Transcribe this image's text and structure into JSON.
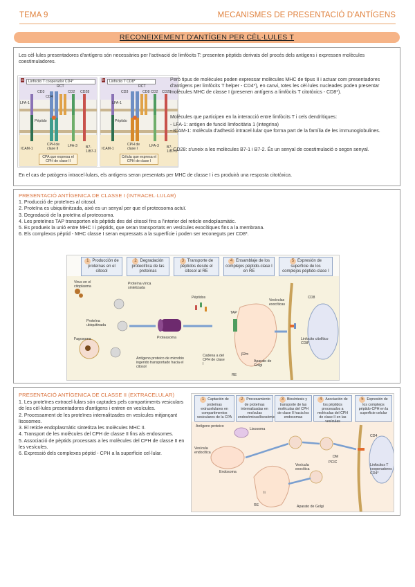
{
  "header": {
    "left": "TEMA 9",
    "right": "MECANISMES DE PRESENTACIÓ D'ANTÍGENS"
  },
  "title": "RECONEIXEMENT D'ANTÍGEN PER CÈL·LULES T",
  "section1": {
    "intro": "Les cèl·lules presentadores d'antígens són necessàries per l'activació de limfòcits T: presenten pèptids derivats del procés dels antígens i expressen molècules coestimuladores.",
    "para1": "Però tipus de molècules poden expressar molècules MHC de tipus II i actuar com presentadores d'antígens per limfòcits T helper - CD4*), en canvi, totes les cèl·lules nucleades poden presentar molècules MHC de classe I (presenen antígens a limfòcits T citotòxics - CD8*).",
    "para2": "Molècules que participen en la interacció entre limfòcits T i cels dendrítiques:",
    "bullets": [
      "- LFA-1: antigen de funció limfocitària 1 (integrina)",
      "- ICAM-1: molècula d'adhesió intracel·lular que forma part de la família de les immunoglobulines.",
      "- CD28: s'uneix a les molècules B7-1 i B7-2. És un senyal de coestimulació o segon senyal."
    ],
    "footer": "En el cas de patògens intracel·lulars, els antígens seran presentats per MHC de classe I i es produirà una resposta citotòxica.",
    "figure": {
      "panel_a_label": "a",
      "panel_b_label": "b",
      "panel_a_title": "Linfocito T cooperador CD4*",
      "panel_b_title": "Linfocito T CD8*",
      "panel_a_caption": "CPA que expresa el CPH de clase II",
      "panel_b_caption": "Célula que expresa el CPH de clase I",
      "labels_a": [
        "LFA-1",
        "RCT",
        "CD3",
        "CD4",
        "CD2",
        "CD28",
        "Péptido",
        "ICAM-1",
        "CPH de clase II",
        "LFA-3",
        "B7-1/B7-2"
      ],
      "labels_b": [
        "LFA-1",
        "RCT",
        "CD3",
        "CD8",
        "CD2",
        "CD28",
        "Péptido",
        "ICAM-1",
        "CPH de clase I",
        "LFA-3",
        "B7-1/B7-2"
      ]
    }
  },
  "section2": {
    "title": "PRESENTACIÓ ANTÍGENICA DE CLASSE I (INTRACEL·LULAR)",
    "steps": [
      "1. Producció de proteïnes al citosol.",
      "2. Proteïna es ubiquitinitzada, això es un senyal per que el proteosoma actuï.",
      "3. Degradació de la proteïna al proteosoma.",
      "4. Les proteïnes TAP transporten els pèptids des del citosol fins a l'interior del reticle endoplasmàtic.",
      "5. Es produeix la unió entre MHC I i pèptids, que seran transportats en vesícules exocítiques fins a la membrana.",
      "6. Els complexos pèptid - MHC classe I seran expressats a la superfície i poden ser reconeguts per CD8*."
    ],
    "figure": {
      "stages": [
        {
          "num": "1",
          "text": "Producción de proteínas en el citosol"
        },
        {
          "num": "2",
          "text": "Degradación proteolítica de las proteínas"
        },
        {
          "num": "3",
          "text": "Transporte de péptidos desde el citosol al RE"
        },
        {
          "num": "4",
          "text": "Ensamblaje de los complejos péptido-clase I en RE"
        },
        {
          "num": "5",
          "text": "Expresión de superficie de los complejos péptido-clase I"
        }
      ],
      "labels": {
        "virus": "Virus en el citoplasma",
        "viral_protein": "Proteína vírica sintetizada",
        "ubiquitinated": "Proteína ubiquitinada",
        "proteasome": "Proteasoma",
        "peptides": "Péptidos",
        "tap": "TAP",
        "vesicles": "Vesículas exocíticas",
        "cd8": "CD8",
        "ctl": "Linfocito citolítico CD8*",
        "phagosome": "Fagosoma",
        "microbe_antigen": "Antígeno proteico de microbio ingerido transportado hacia el citosol",
        "class_i_chain": "Cadena a del CPH de clase I",
        "b2m": "β2m",
        "golgi": "Aparato de Golgi",
        "re": "RE"
      }
    }
  },
  "section3": {
    "title": "PRESENTACIÓ ANTÍGENICA DE CLASSE II (EXTRACELULAR)",
    "steps": [
      "1. Les proteïnes extracel·lulars són captades pels compartiments vesiculars de les cèl·lules presentadores d'antígens i entren en vesícules.",
      "2. Processament de les proteïnes internalitzades en vesícules mitjançant lisosomes.",
      "3. El reticle endoplasmàtic sintetitza les molècules MHC II.",
      "4. Transport de les molècules del CPH de classe II fins als endosomes.",
      "5. Associació de pèptids processats a les molècules del CPH de classe II en les vesícules.",
      "6. Expressió dels complexes pèptid - CPH a la superfície cel·lular."
    ],
    "figure": {
      "stages": [
        {
          "num": "1",
          "text": "Captación de proteínas extracelulares en compartimentos vesiculares de la CPA"
        },
        {
          "num": "2",
          "text": "Procesamiento de proteínas internalizadas en vesículas endosómicas/lisosómicas"
        },
        {
          "num": "3",
          "text": "Biosíntesis y transporte de las moléculas del CPH de clase II hacia los endosomas"
        },
        {
          "num": "4",
          "text": "Asociación de los péptidos procesados a moléculas del CPH de clase II en las vesículas"
        },
        {
          "num": "5",
          "text": "Expresión de los complejos péptido-CPH en la superficie celular"
        }
      ],
      "labels": {
        "antigen": "Antígeno proteico",
        "lysosome": "Lisosoma",
        "endocytic": "Vesícula endocítica",
        "endosome": "Endosoma",
        "exocytic": "Vesícula exocítica",
        "dm": "DM",
        "cd4": "CD4",
        "cd4_cell": "Linfocitos T cooperadores CD4*",
        "ii": "Ii",
        "re": "RE",
        "golgi": "Aparato de Golgi",
        "ptic": "PCIC"
      }
    }
  }
}
